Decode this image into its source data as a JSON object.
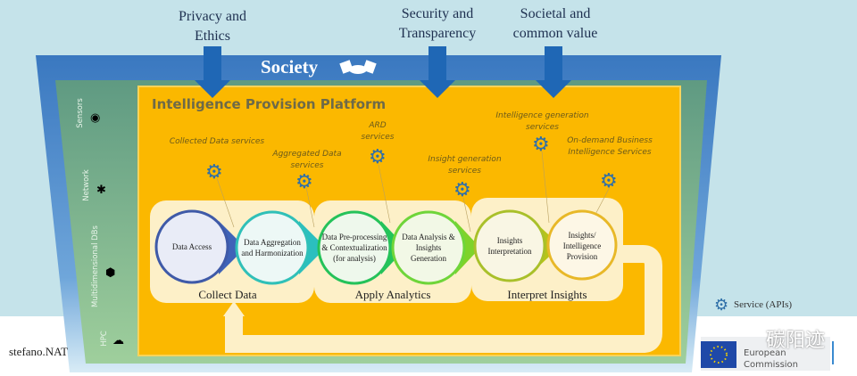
{
  "top_labels": [
    {
      "line1": "Privacy and",
      "line2": "Ethics"
    },
    {
      "line1": "Security and",
      "line2": "Transparency"
    },
    {
      "line1": "Societal and",
      "line2": "common value"
    }
  ],
  "society": {
    "label": "Society",
    "icon": "handshake-icon"
  },
  "platform": {
    "title": "Intelligence Provision Platform"
  },
  "infrastructure": [
    "Sensors",
    "Network",
    "Multidimensional DBs",
    "HPC"
  ],
  "services": [
    "Collected Data services",
    "Aggregated Data services",
    "ARD services",
    "Insight generation services",
    "Intelligence generation services",
    "On-demand Business Intelligence Services"
  ],
  "nodes": [
    "Data Access",
    "Data Aggregation and Harmonization",
    "Data Pre-processing & Contextualization (for analysis)",
    "Data Analysis & Insights Generation",
    "Insights Interpretation",
    "Insights/ Intelligence Provision"
  ],
  "groups": [
    "Collect Data",
    "Apply Analytics",
    "Interpret Insights"
  ],
  "legend": {
    "label": "Service (APIs)",
    "icon": "gear-icon"
  },
  "author": "stefano.NAT",
  "logo": {
    "line1": "European",
    "line2": "Commission"
  },
  "watermark": "碳阳迹",
  "colors": {
    "society": "#3b7dc4",
    "infrastructure": "#6aa58a",
    "platform": "#fbb800",
    "gear": "#2f6fa8"
  }
}
